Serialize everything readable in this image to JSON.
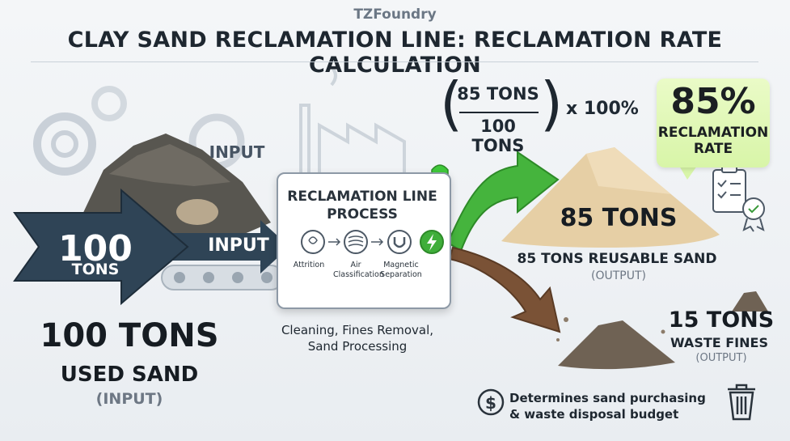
{
  "header": {
    "brand": "TZFoundry",
    "title": "CLAY SAND RECLAMATION LINE: RECLAMATION RATE CALCULATION"
  },
  "input": {
    "arrow_qty": "100",
    "arrow_unit": "TONS",
    "conveyor_label": "INPUT",
    "top_label": "INPUT",
    "qty": "100 TONS",
    "name": "USED SAND",
    "tag": "(INPUT)"
  },
  "process": {
    "title": "RECLAMATION LINE PROCESS",
    "steps": [
      {
        "label": "Attrition",
        "icon": "attrition-icon"
      },
      {
        "label": "Air Classification",
        "icon": "air-classification-icon"
      },
      {
        "label": "Magnetic Separation",
        "icon": "magnetic-separation-icon"
      }
    ],
    "status_icon": "power-lightning-icon",
    "beacon_icon": "green-beacon-icon",
    "caption_line1": "Cleaning, Fines Removal,",
    "caption_line2": "Sand Processing"
  },
  "formula": {
    "numerator": "85 TONS",
    "denominator": "100 TONS",
    "multiplier": "x 100%"
  },
  "rate": {
    "value": "85%",
    "label_line1": "RECLAMATION",
    "label_line2": "RATE",
    "percent": 85
  },
  "output": {
    "qty": "85 TONS",
    "desc": "85 TONS REUSABLE SAND",
    "tag": "(OUTPUT)"
  },
  "waste": {
    "qty": "15 TONS",
    "name": "WASTE FINES",
    "tag": "(OUTPUT)"
  },
  "budget": {
    "line1": "Determines sand purchasing",
    "line2": "& waste disposal budget",
    "dollar_icon": "dollar-coin-icon",
    "trash_icon": "trash-bin-icon"
  },
  "colors": {
    "input_arrow": "#2f4456",
    "output_arrow": "#3fae3a",
    "waste_arrow": "#7a5236",
    "rate_box": "#dcf7ae"
  }
}
